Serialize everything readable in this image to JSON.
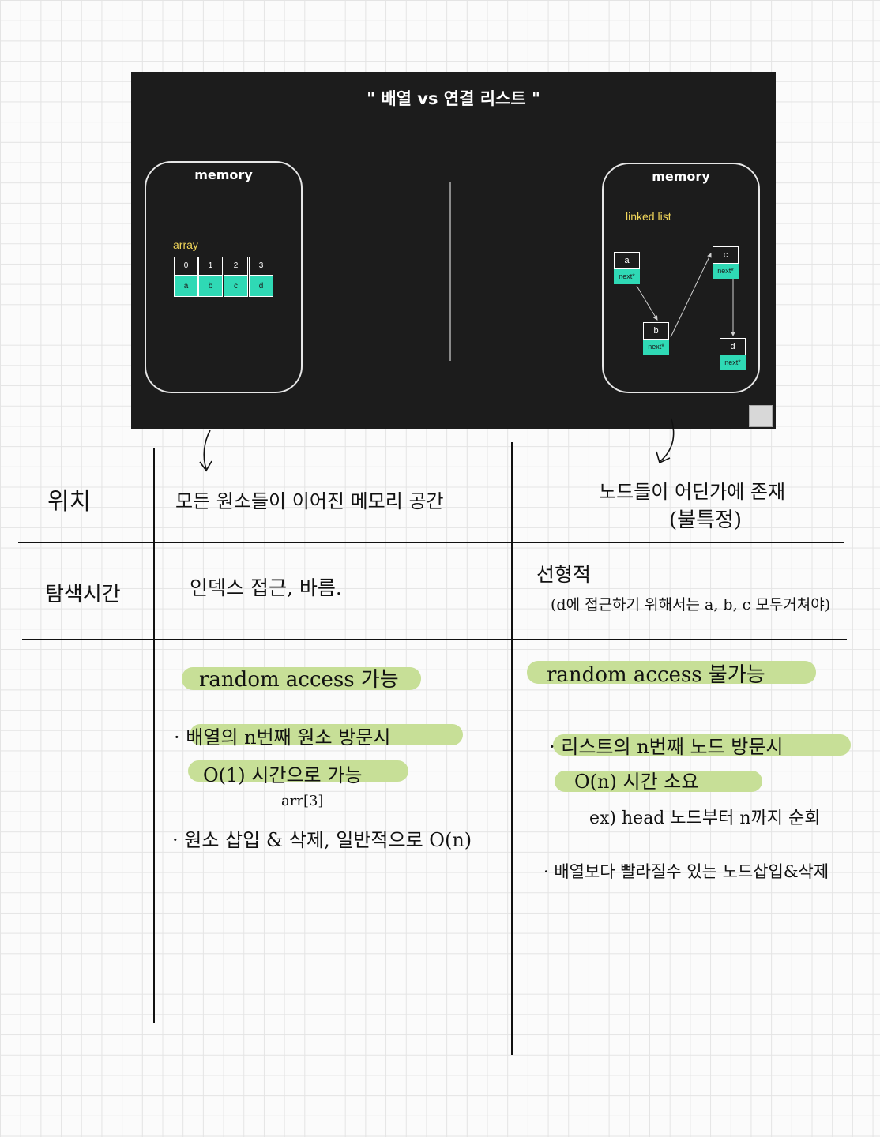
{
  "slide": {
    "title": "\" 배열 vs 연결 리스트 \"",
    "left_panel": {
      "memory_label": "memory",
      "array_label": "array",
      "indexes": [
        "0",
        "1",
        "2",
        "3"
      ],
      "values": [
        "a",
        "b",
        "c",
        "d"
      ]
    },
    "right_panel": {
      "memory_label": "memory",
      "linked_list_label": "linked list",
      "nodes": [
        {
          "value": "a",
          "next": "next*"
        },
        {
          "value": "b",
          "next": "next*"
        },
        {
          "value": "c",
          "next": "next*"
        },
        {
          "value": "d",
          "next": "next*"
        }
      ]
    },
    "colors": {
      "background": "#1c1c1c",
      "cell": "#2fd9b5",
      "label": "#f1d65a"
    }
  },
  "notes": {
    "row1": {
      "header": "위치",
      "array": "모든 원소들이 이어진 메모리 공간",
      "list_line1": "노드들이 어딘가에 존재",
      "list_line2": "(불특정)"
    },
    "row2": {
      "header": "탐색시간",
      "array": "인덱스 접근, 바름.",
      "list_line1": "선형적",
      "list_line2": "(d에 접근하기 위해서는 a, b, c 모두거쳐야)"
    },
    "row3": {
      "array_highlight": "random access 가능",
      "array_bullet1_line1": "· 배열의 n번째 원소 방문시",
      "array_bullet1_line2": "O(1) 시간으로 가능",
      "array_example": "arr[3]",
      "array_bullet2": "· 원소 삽입 & 삭제, 일반적으로 O(n)",
      "list_highlight": "random access 불가능",
      "list_bullet1_line1": "· 리스트의 n번째 노드 방문시",
      "list_bullet1_line2": "O(n) 시간 소요",
      "list_example": "ex) head 노드부터 n까지 순회",
      "list_bullet2": "· 배열보다 빨라질수 있는 노드삽입&삭제"
    },
    "highlight_color": "#c7df97"
  }
}
